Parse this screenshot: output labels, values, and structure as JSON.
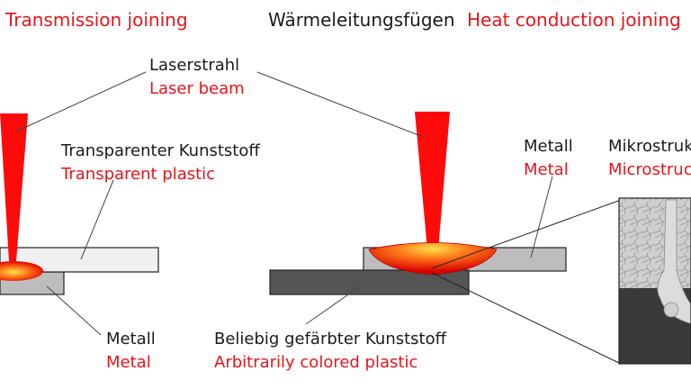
{
  "titles": {
    "left_en": "Transmission joining",
    "right_de": "Wärmeleitungsfügen",
    "right_en": "Heat conduction joining"
  },
  "labels": {
    "laser_de": "Laserstrahl",
    "laser_en": "Laser beam",
    "plastic_de": "Transparenter Kunststoff",
    "plastic_en": "Transparent plastic",
    "metal_left_de": "Metall",
    "metal_left_en": "Metal",
    "metal_right_de": "Metall",
    "metal_right_en": "Metal",
    "micro_de": "Mikrostruk",
    "micro_en": "Microstruc",
    "colored_de": "Beliebig gefärbter Kunststoff",
    "colored_en": "Arbitrarily colored plastic"
  },
  "colors": {
    "accent_red": "#e8141b",
    "laser_red": "#ff0a0a",
    "plate_light": "#f0f0f0",
    "plate_mid": "#bdbdbd",
    "plate_dark": "#555555"
  }
}
